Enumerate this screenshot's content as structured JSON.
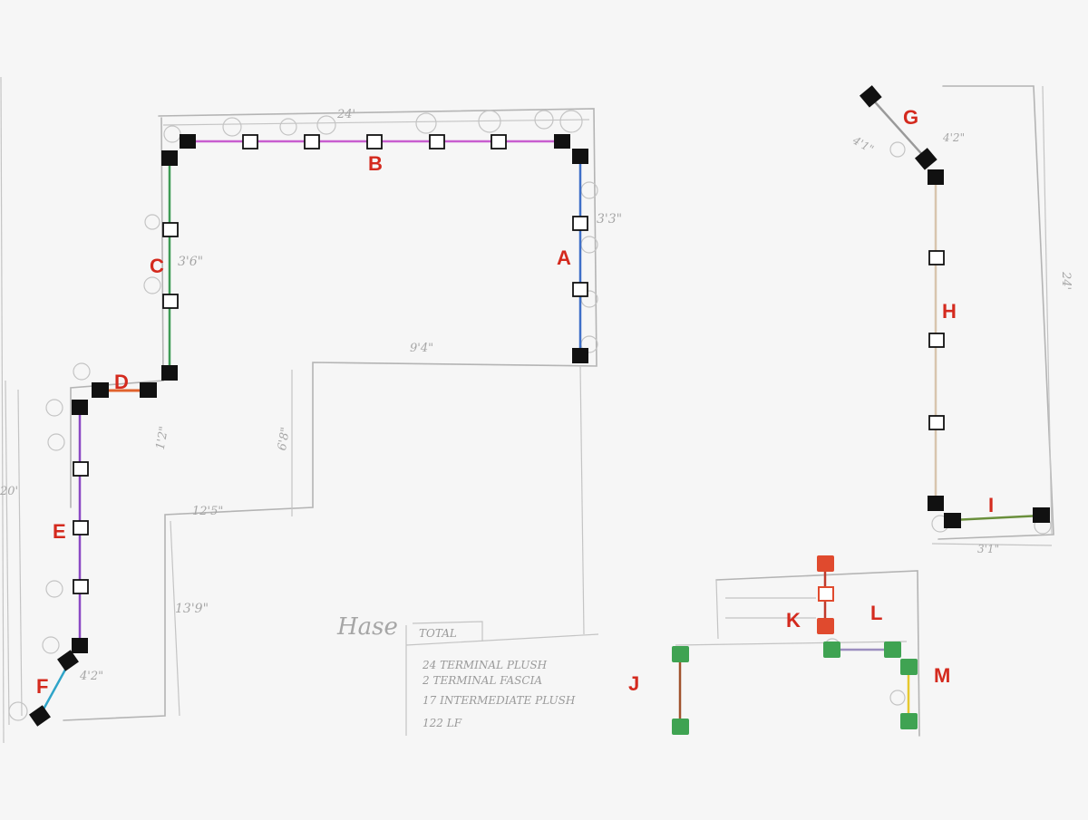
{
  "segments": [
    {
      "id": "A",
      "label": "A",
      "color": "#3e6fc8"
    },
    {
      "id": "B",
      "label": "B",
      "color": "#c85dcf"
    },
    {
      "id": "C",
      "label": "C",
      "color": "#3e9b55"
    },
    {
      "id": "D",
      "label": "D",
      "color": "#e0622c"
    },
    {
      "id": "E",
      "label": "E",
      "color": "#8b49c4"
    },
    {
      "id": "F",
      "label": "F",
      "color": "#2fa4c8"
    },
    {
      "id": "G",
      "label": "G",
      "color": "#9a9a9a"
    },
    {
      "id": "H",
      "label": "H",
      "color": "#d8c5ae"
    },
    {
      "id": "I",
      "label": "I",
      "color": "#6a8f3c"
    },
    {
      "id": "J",
      "label": "J",
      "color": "#a0522d"
    },
    {
      "id": "K",
      "label": "K",
      "color": "#c0392b"
    },
    {
      "id": "L",
      "label": "L",
      "color": "#9c8fc0"
    },
    {
      "id": "M",
      "label": "M",
      "color": "#e6c82e"
    }
  ],
  "marker_colors": {
    "terminal": "#111111",
    "intermediate": "#111111",
    "green_terminal": "#3fa352",
    "red_terminal": "#e04a2e"
  },
  "sketch_notes": {
    "house": "Hase",
    "dim_24": "24'",
    "dim_3_3": "3'3\"",
    "dim_3_6": "3'6\"",
    "dim_9_4": "9'4\"",
    "dim_6_8": "6'8\"",
    "dim_1_2": "1'2\"",
    "dim_12_5": "12'5\"",
    "dim_13_9": "13'9\"",
    "dim_20": "20'",
    "dim_4_2": "4'2\"",
    "dim_4_1": "4'1\"",
    "dim_4_2b": "4'2\"",
    "dim_24b": "24'",
    "dim_3_1": "3'1\""
  },
  "total_box": {
    "title": "TOTAL",
    "lines": [
      "24  TERMINAL PLUSH",
      "2   TERMINAL FASCIA",
      "17  INTERMEDIATE PLUSH",
      "122  LF"
    ]
  }
}
